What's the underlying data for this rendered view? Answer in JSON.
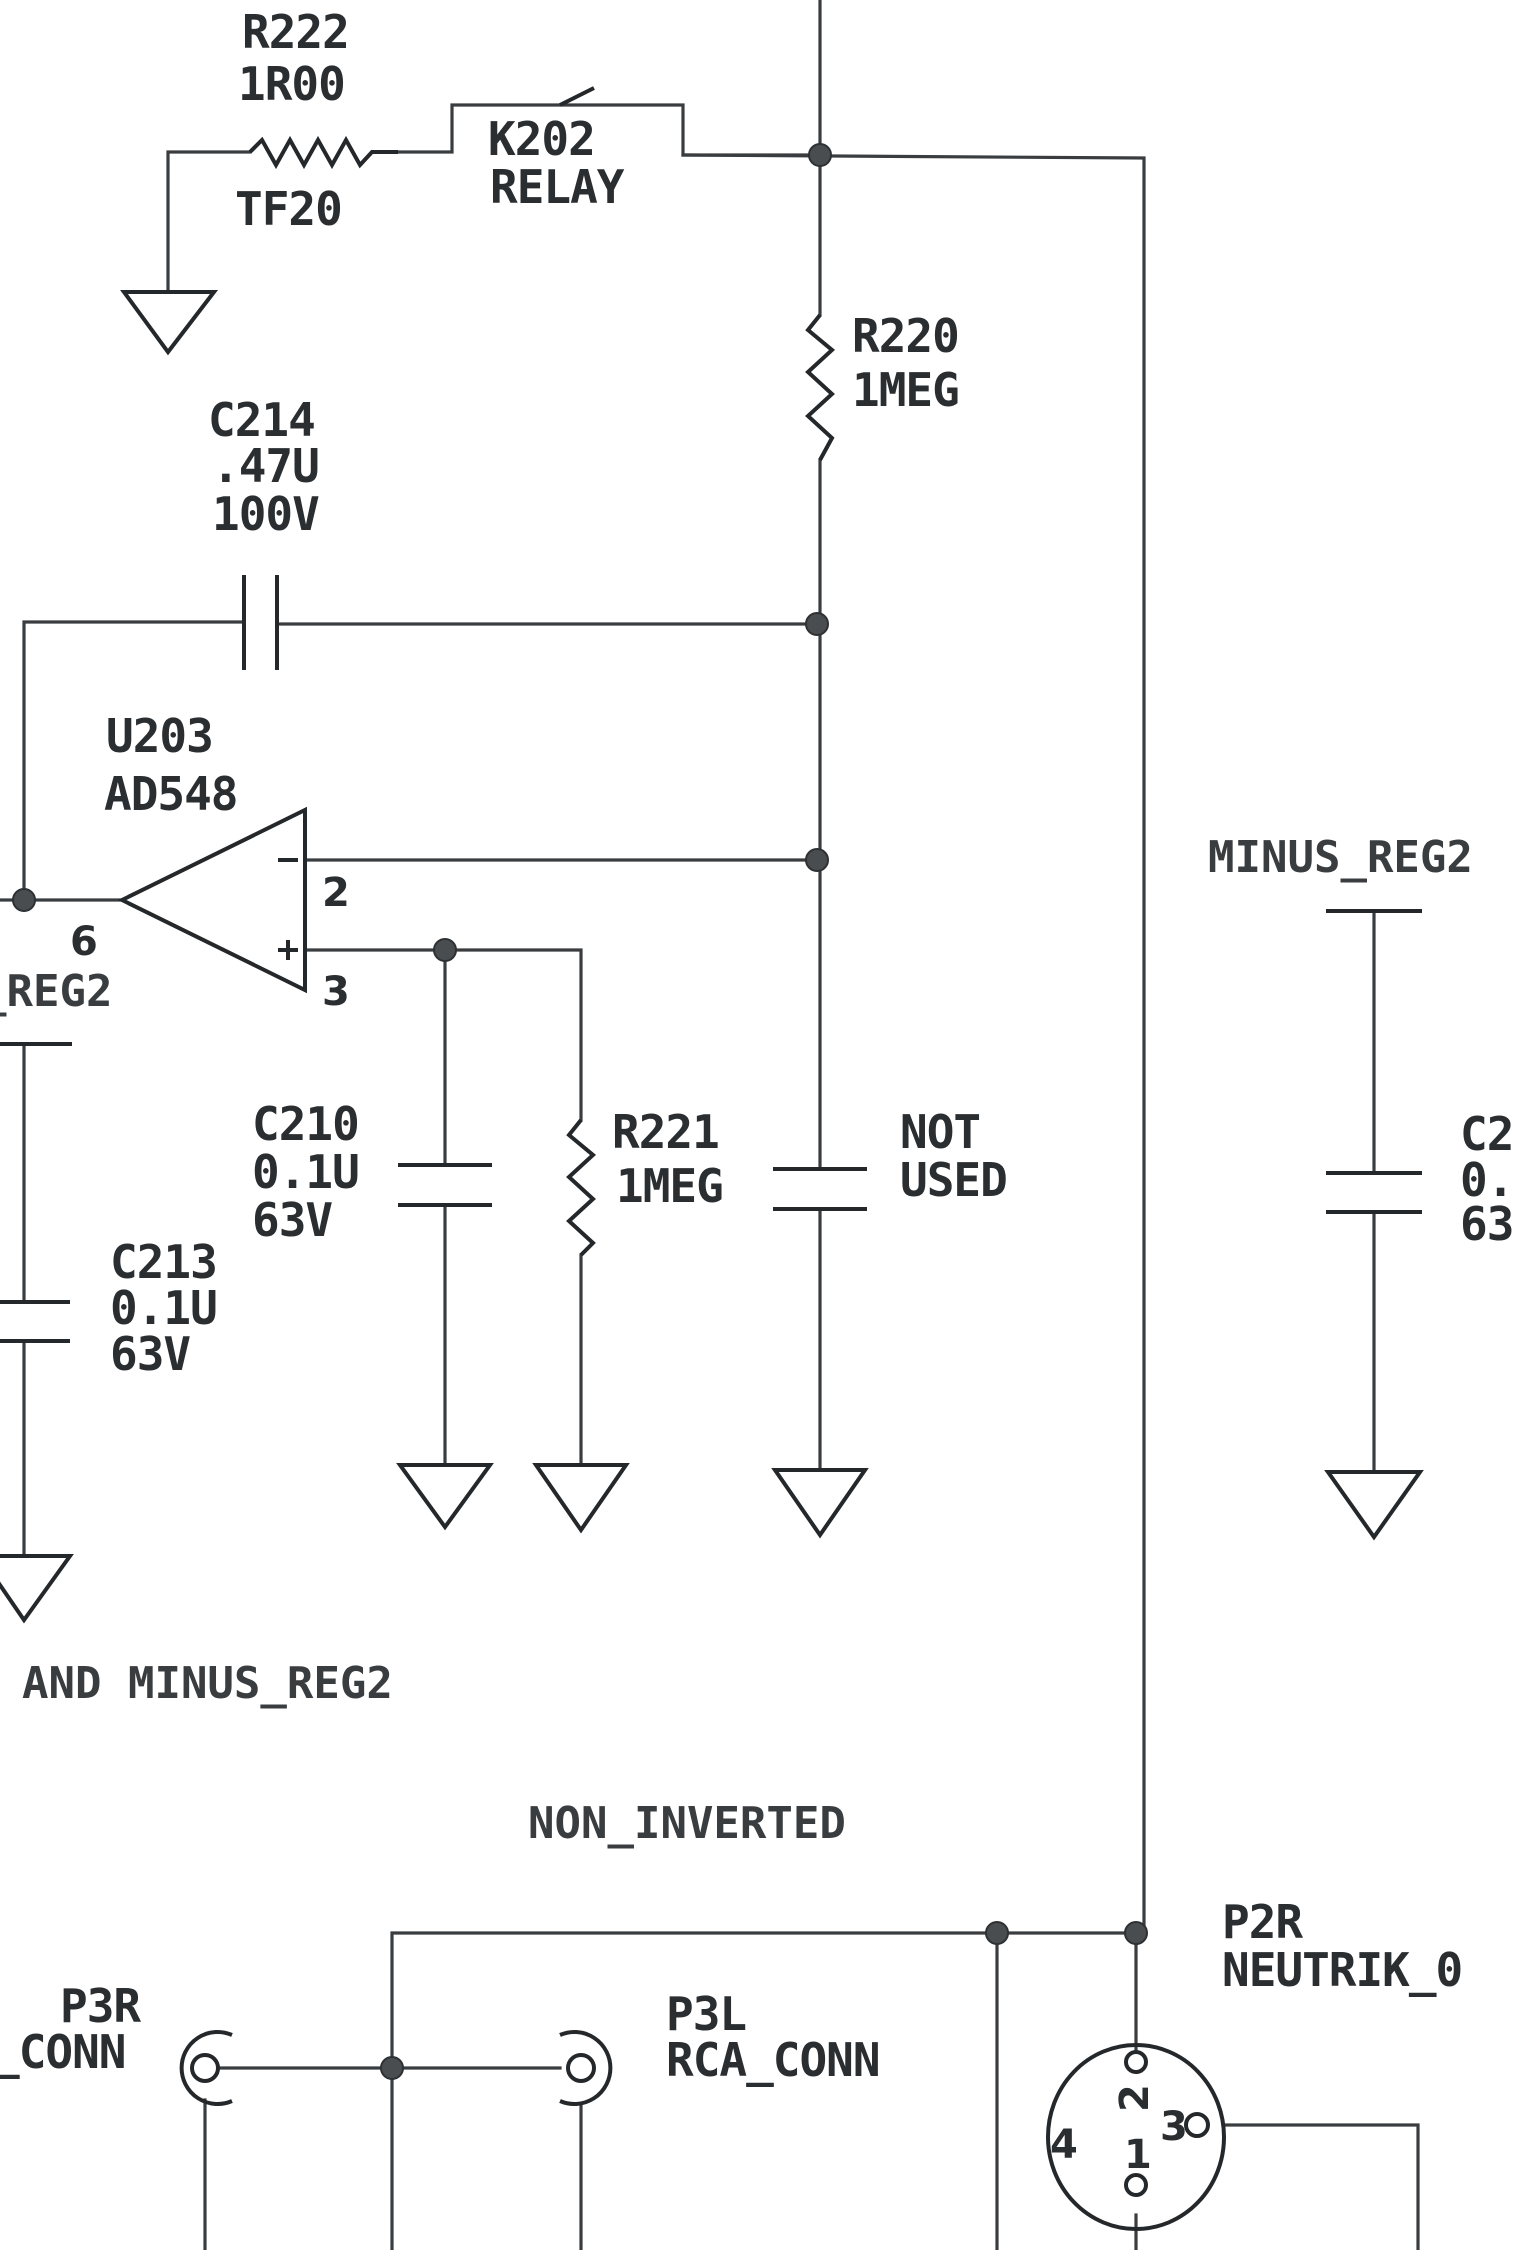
{
  "title": "Schematic excerpt: relay-switched AD548 buffer with RCA and Neutrik outputs",
  "components": {
    "r222": {
      "ref": "R222",
      "value": "1R00",
      "package": "TF20"
    },
    "k202": {
      "ref": "K202",
      "type": "RELAY"
    },
    "r220": {
      "ref": "R220",
      "value": "1MEG"
    },
    "c214": {
      "ref": "C214",
      "value": ".47U",
      "voltage": "100V"
    },
    "u203": {
      "ref": "U203",
      "part": "AD548",
      "pin_out": "6",
      "pin_inv": "2",
      "pin_noninv": "3",
      "minus_sign": "-",
      "plus_sign": "+"
    },
    "c210": {
      "ref": "C210",
      "value": "0.1U",
      "voltage": "63V"
    },
    "r221": {
      "ref": "R221",
      "value": "1MEG"
    },
    "not_used": {
      "line1": "NOT",
      "line2": "USED"
    },
    "c213": {
      "ref": "C213",
      "value": "0.1U",
      "voltage": "63V"
    },
    "c2_partial": {
      "ref": "C2",
      "value": "0.",
      "voltage": "63"
    },
    "p3r": {
      "ref": "P3R",
      "type": "_CONN"
    },
    "p3l": {
      "ref": "P3L",
      "type": "RCA_CONN"
    },
    "p2r": {
      "ref": "P2R",
      "type": "NEUTRIK_0",
      "pins": [
        "1",
        "2",
        "3",
        "4"
      ]
    }
  },
  "nets": {
    "reg2_left": "_REG2",
    "minus_reg2": "MINUS_REG2",
    "and_minus_reg2": "AND MINUS_REG2",
    "non_inverted": "NON_INVERTED"
  },
  "colors": {
    "ink": "#2b2e31",
    "wire": "#3a3d40",
    "paper": "#ffffff"
  }
}
